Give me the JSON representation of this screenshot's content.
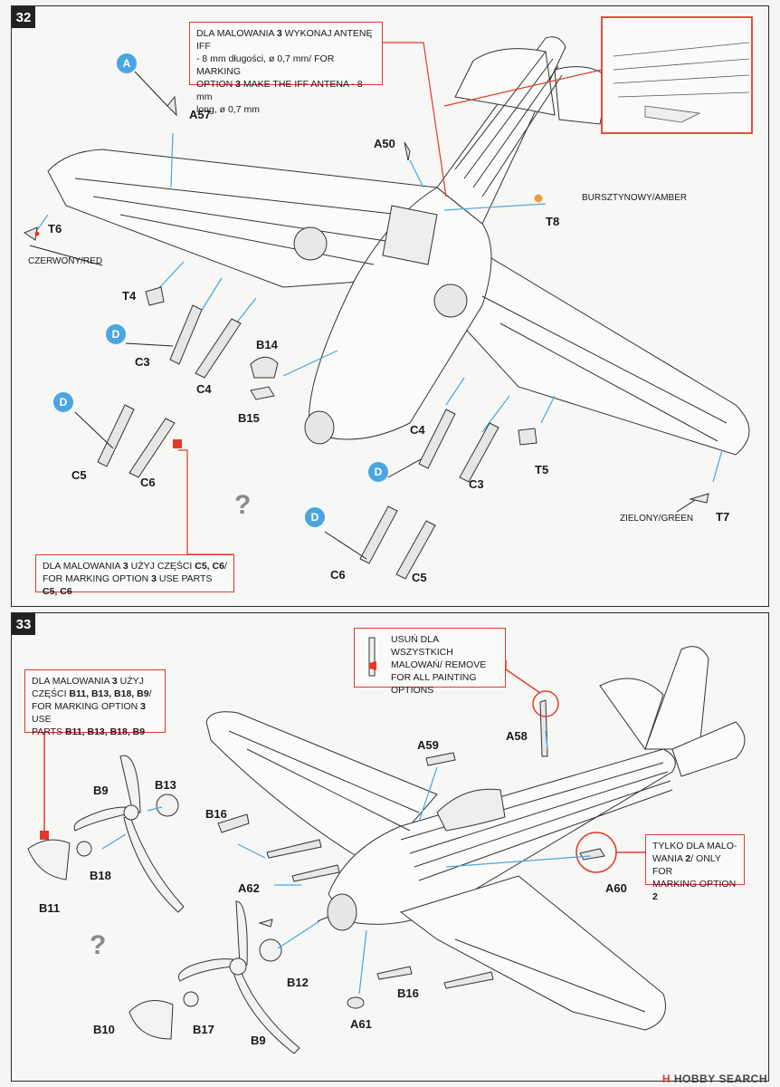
{
  "steps": {
    "step32": {
      "number": "32",
      "note_iff": {
        "line1_pre": "DLA MALOWANIA ",
        "line1_num": "3",
        "line1_post": " WYKONAJ ANTENĘ IFF",
        "line2": "- 8 mm długości, ø 0,7 mm/ FOR MARKING",
        "line3_pre": "OPTION ",
        "line3_num": "3",
        "line3_post": " MAKE THE IFF ANTENA - 8 mm",
        "line4": "long, ø 0,7 mm"
      },
      "note_parts": {
        "line1_pre": "DLA MALOWANIA ",
        "line1_num": "3",
        "line1_mid": " UŻYJ CZĘŚCI ",
        "line1_parts": "C5, C6",
        "line1_post": "/",
        "line2_pre": "FOR MARKING OPTION ",
        "line2_num": "3",
        "line2_mid": " USE PARTS ",
        "line2_parts": "C5, C6"
      },
      "part_labels": {
        "a57": "A57",
        "a50": "A50",
        "t6": "T6",
        "t8": "T8",
        "t4": "T4",
        "c3a": "C3",
        "c4a": "C4",
        "b14": "B14",
        "b15": "B15",
        "c5a": "C5",
        "c6a": "C6",
        "c4b": "C4",
        "c3b": "C3",
        "t5": "T5",
        "t7": "T7",
        "c6b": "C6",
        "c5b": "C5"
      },
      "color_labels": {
        "red": "CZERWONY/RED",
        "amber": "BURSZTYNOWY/AMBER",
        "green": "ZIELONY/GREEN"
      },
      "badges": {
        "a": "A",
        "d1": "D",
        "d2": "D",
        "d3": "D",
        "d4": "D"
      },
      "question": "?"
    },
    "step33": {
      "number": "33",
      "note_b": {
        "line1_pre": "DLA MALOWANIA ",
        "line1_num": "3",
        "line1_post": " UŻYJ",
        "line2_pre": "CZĘŚCI ",
        "line2_parts": "B11, B13, B18, B9",
        "line2_post": "/",
        "line3_pre": "FOR MARKING OPTION ",
        "line3_num": "3",
        "line3_post": " USE",
        "line4_pre": "PARTS ",
        "line4_parts": "B11, B13, B18, B9"
      },
      "note_remove": {
        "line1": "USUŃ DLA WSZYSTKICH",
        "line2": "MALOWAŃ/ REMOVE",
        "line3": "FOR ALL PAINTING",
        "line4": "OPTIONS"
      },
      "note_only2": {
        "line1": "TYLKO DLA MALO-",
        "line2_pre": "WANIA ",
        "line2_num": "2",
        "line2_post": "/ ONLY FOR",
        "line3_pre": "MARKING OPTION ",
        "line3_num": "2"
      },
      "part_labels": {
        "a59": "A59",
        "a58": "A58",
        "b9a": "B9",
        "b13": "B13",
        "b16a": "B16",
        "b18": "B18",
        "b11": "B11",
        "a62": "A62",
        "a60": "A60",
        "b12": "B12",
        "b16b": "B16",
        "a61": "A61",
        "b10": "B10",
        "b17": "B17",
        "b9b": "B9"
      },
      "question": "?"
    }
  },
  "watermark": {
    "h": "H",
    "text": "HOBBY SEARCH"
  },
  "colors": {
    "accent_red": "#e23a2a",
    "badge_blue": "#4aa6e0",
    "amber": "#e8a040"
  }
}
